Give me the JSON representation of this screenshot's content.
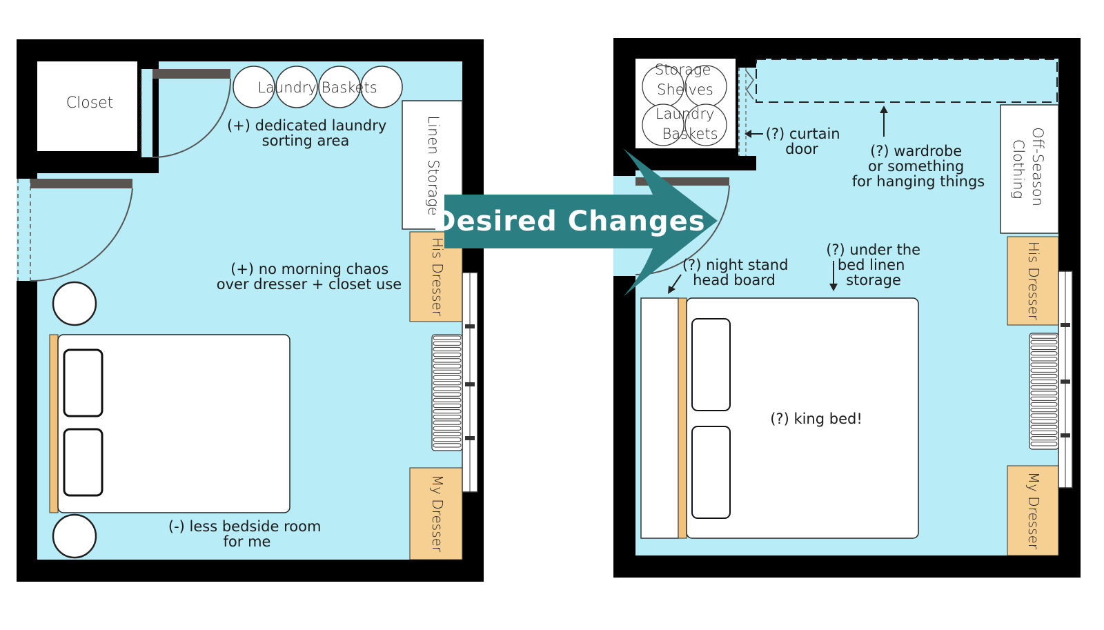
{
  "banner": {
    "label": "Desired Changes",
    "color": "#2b7f83"
  },
  "colors": {
    "floor": "#b8ecf6",
    "wall": "#000000",
    "dresser": "#f6cf93",
    "headboard": "#f3c27a",
    "door": "#5a5450"
  },
  "before": {
    "closet": "Closet",
    "laundry_baskets": "Laundry Baskets",
    "linen_storage": "Linen Storage",
    "his_dresser": "His Dresser",
    "my_dresser": "My Dresser",
    "notes": {
      "laundry": [
        "(+) dedicated laundry",
        "sorting area"
      ],
      "morning": [
        "(+) no morning chaos",
        "over dresser + closet use"
      ],
      "bedside": [
        "(-) less bedside room",
        "for me"
      ]
    }
  },
  "after": {
    "storage_shelves": [
      "Storage",
      "Shelves"
    ],
    "laundry_baskets": [
      "Laundry",
      "Baskets"
    ],
    "off_season": [
      "Off-Season",
      "Clothing"
    ],
    "his_dresser": "His Dresser",
    "my_dresser": "My Dresser",
    "bed": "(?) king bed!",
    "notes": {
      "curtain": [
        "(?) curtain",
        "door"
      ],
      "wardrobe": [
        "(?) wardrobe",
        "or something",
        "for hanging things"
      ],
      "nightstand": [
        "(?) night stand",
        "head board"
      ],
      "under_bed": [
        "(?) under the",
        "bed linen",
        "storage"
      ]
    }
  }
}
